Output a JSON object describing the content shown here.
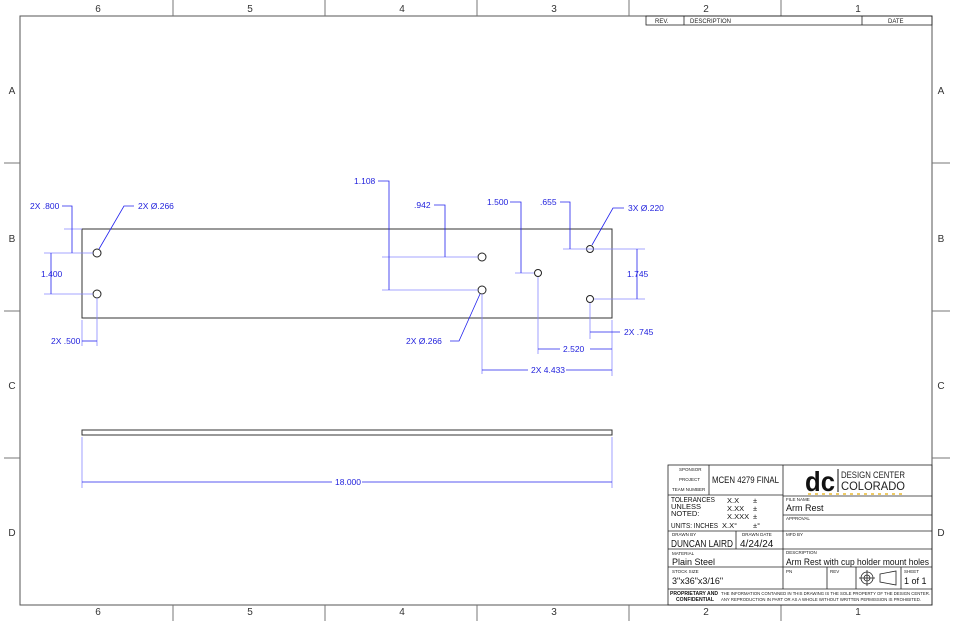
{
  "zones": {
    "columns": [
      "6",
      "5",
      "4",
      "3",
      "2",
      "1"
    ],
    "rows": [
      "A",
      "B",
      "C",
      "D"
    ]
  },
  "revision_block": {
    "rev": "REV.",
    "description": "DESCRIPTION",
    "date": "DATE"
  },
  "dimensions": {
    "left_offset": "2X .800",
    "left_holes": "2X Ø.266",
    "left_spacing": "1.400",
    "left_edge": "2X .500",
    "mid_lower": "1.108",
    "mid_upper": ".942",
    "mid_holes": "2X Ø.266",
    "single_hole": "1.500",
    "right_top": ".655",
    "right_holes": "3X Ø.220",
    "right_spacing": "1.745",
    "right_edge": "2X .745",
    "single_from_right": "2.520",
    "mid_from_right": "2X 4.433",
    "overall_length": "18.000"
  },
  "title_block": {
    "sponsor_label": "SPONSOR",
    "project_label": "PROJECT",
    "team_label": "TEAM NUMBER",
    "project": "MCEN 4279 FINAL",
    "logo_mark": "dc",
    "logo_line1": "DESIGN CENTER",
    "logo_line2": "COLORADO",
    "tolerances_label": "TOLERANCES",
    "unless_label": "UNLESS",
    "noted_label": "NOTED:",
    "units_label": "UNITS: INCHES",
    "tol_1": "X.X",
    "tol_2": "X.XX",
    "tol_3": "X.XXX",
    "tol_4": "X.X°",
    "pm": "±",
    "pm_deg": "±°",
    "file_name_label": "FILE NAME",
    "file_name": "Arm Rest",
    "approval_label": "APPROVAL",
    "drawn_by_label": "DRAWN BY",
    "drawn_by": "DUNCAN LAIRD",
    "drawn_date_label": "DRAWN DATE",
    "drawn_date": "4/24/24",
    "mfd_by_label": "MFD BY",
    "material_label": "MATERIAL",
    "material": "Plain Steel",
    "description_label": "DESCRIPTION",
    "description": "Arm Rest with cup holder mount holes",
    "stock_label": "STOCK SIZE",
    "stock": "3\"x36\"x3/16\"",
    "pn_label": "PN",
    "rev_label": "REV",
    "sheet_label": "SHEET",
    "sheet": "1 of 1",
    "prop_1": "PROPRIETARY AND",
    "prop_2": "CONFIDENTIAL",
    "notice_1": "THE INFORMATION CONTAINED IN THIS DRAWING IS THE SOLE PROPERTY OF THE DESIGN CENTER.",
    "notice_2": "ANY REPRODUCTION IN PART OR AS A WHOLE WITHOUT WRITTEN PERMISSION IS PROHIBITED."
  }
}
